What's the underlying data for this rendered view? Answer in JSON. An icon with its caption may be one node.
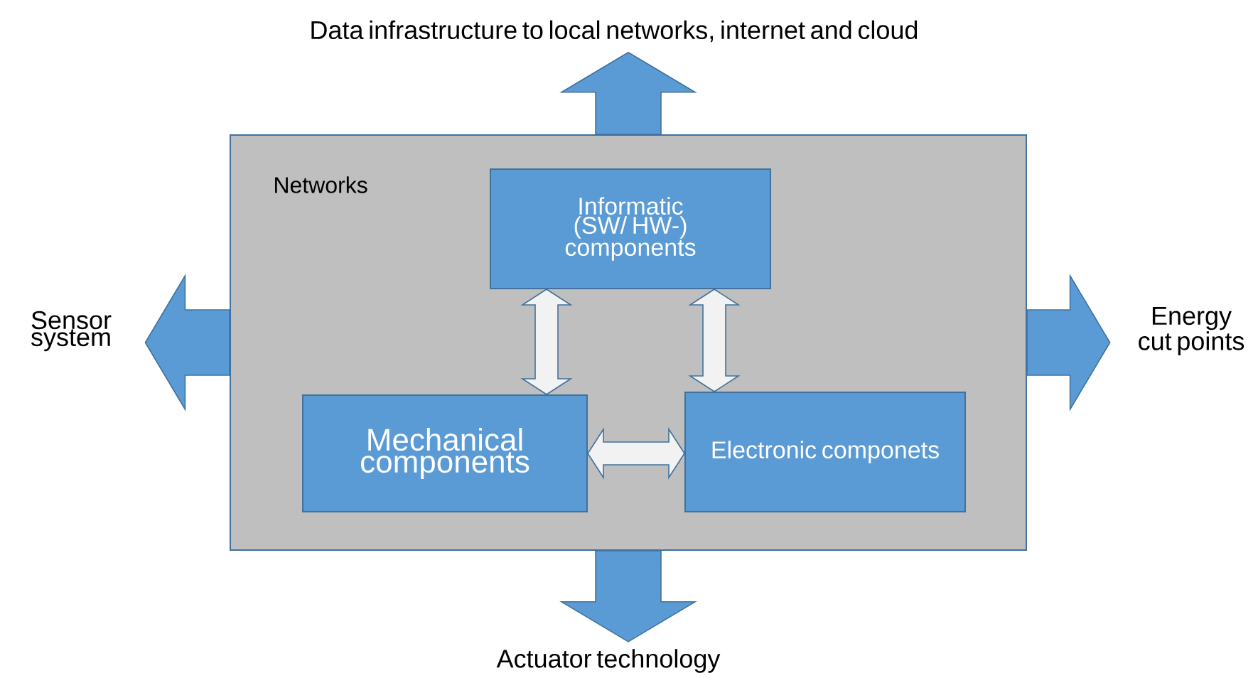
{
  "diagram": {
    "nodes": [
      {
        "text": [
          "Networks"
        ]
      },
      {
        "text": [
          "Informatic (SW/ HW-) components"
        ],
        "in": 0
      },
      {
        "text": [
          "Mechanical components"
        ],
        "in": 0
      },
      {
        "text": [
          "Electronic componets"
        ],
        "in": 0
      },
      {
        "text": [
          "Data infrastructure to local networks, internet and cloud"
        ]
      },
      {
        "text": [
          "Sensor system"
        ]
      },
      {
        "text": [
          "Energy cut points"
        ]
      },
      {
        "text": [
          "Actuator technology"
        ]
      }
    ],
    "edges": [
      {
        "from": 0,
        "to": 4,
        "arrow": "to"
      },
      {
        "from": 0,
        "to": 5,
        "arrow": "to"
      },
      {
        "from": 0,
        "to": 6,
        "arrow": "to"
      },
      {
        "from": 0,
        "to": 7,
        "arrow": "to"
      },
      {
        "from": 1,
        "to": 2,
        "arrow": "both",
        "color": "#f2f2f2"
      },
      {
        "from": 1,
        "to": 3,
        "arrow": "both",
        "color": "#f2f2f2"
      },
      {
        "from": 2,
        "to": 3,
        "arrow": "both",
        "color": "#f2f2f2"
      }
    ]
  }
}
